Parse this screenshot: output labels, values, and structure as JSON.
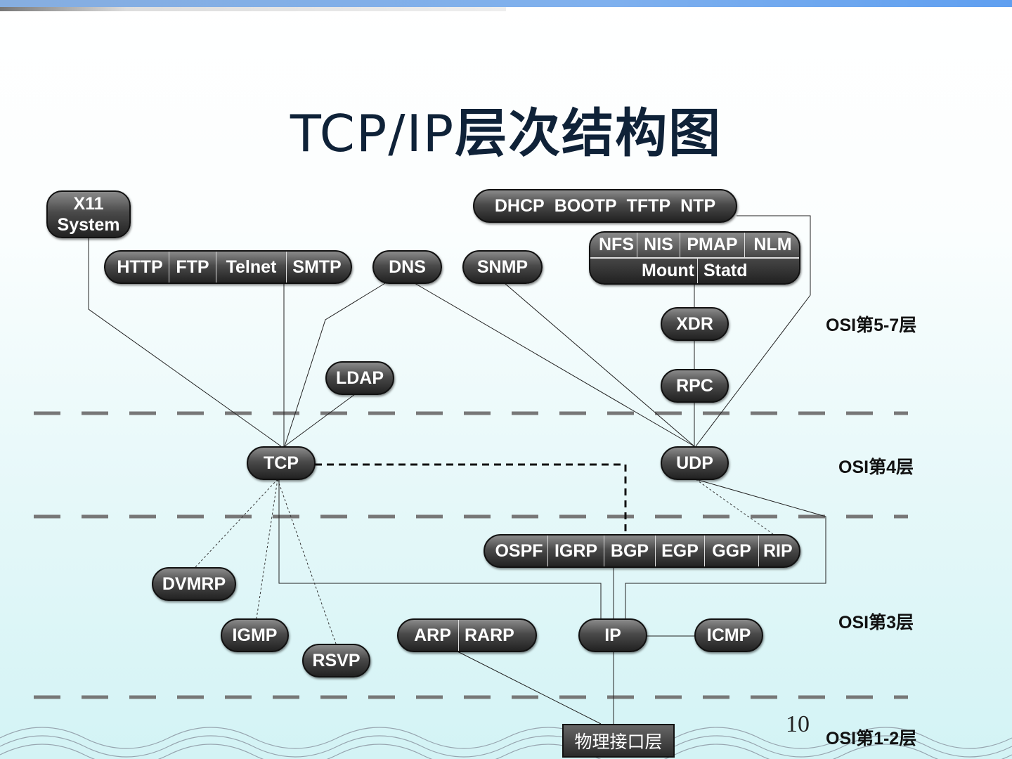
{
  "title": {
    "latin": "TCP/IP",
    "cjk": "层次结构图"
  },
  "nodes": {
    "x11": [
      "X11",
      "System"
    ],
    "app_tcp": [
      "HTTP",
      "FTP",
      "Telnet",
      "SMTP"
    ],
    "dns": "DNS",
    "snmp": "SNMP",
    "dhcp": [
      "DHCP",
      "BOOTP",
      "TFTP",
      "NTP"
    ],
    "nfs_top": [
      "NFS",
      "NIS",
      "PMAP",
      "NLM"
    ],
    "nfs_bottom": [
      "Mount",
      "Statd"
    ],
    "xdr": "XDR",
    "rpc": "RPC",
    "ldap": "LDAP",
    "tcp": "TCP",
    "udp": "UDP",
    "routing": [
      "OSPF",
      "IGRP",
      "BGP",
      "EGP",
      "GGP",
      "RIP"
    ],
    "dvmrp": "DVMRP",
    "igmp": "IGMP",
    "rsvp": "RSVP",
    "arp": [
      "ARP",
      "RARP"
    ],
    "ip": "IP",
    "icmp": "ICMP",
    "physical": "物理接口层"
  },
  "osi_labels": {
    "l57": "OSI第5-7层",
    "l4": "OSI第4层",
    "l3": "OSI第3层",
    "l12": "OSI第1-2层"
  },
  "page_number": "10"
}
